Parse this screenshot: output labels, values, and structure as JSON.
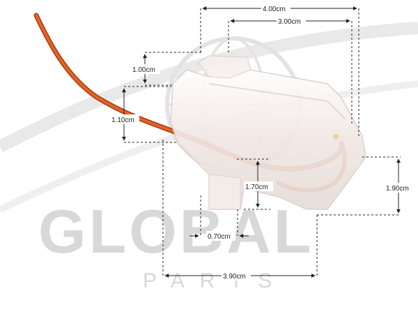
{
  "watermark": {
    "brand": "GLOBAL",
    "tagline": "PARTS"
  },
  "dimensions": {
    "top_width_outer": "4.00cm",
    "top_width_inner": "3.00cm",
    "top_height": "1.00cm",
    "left_height": "1.10cm",
    "inner_height": "1.70cm",
    "right_height": "1.90cm",
    "foot_width": "0.70cm",
    "bottom_width": "3.90cm"
  },
  "colors": {
    "wire": "#d9561e",
    "wire_dark": "#a83a10",
    "clip_body": "#f4ece8",
    "watermark": "#d8d8d8",
    "dimension_line": "#222222"
  }
}
